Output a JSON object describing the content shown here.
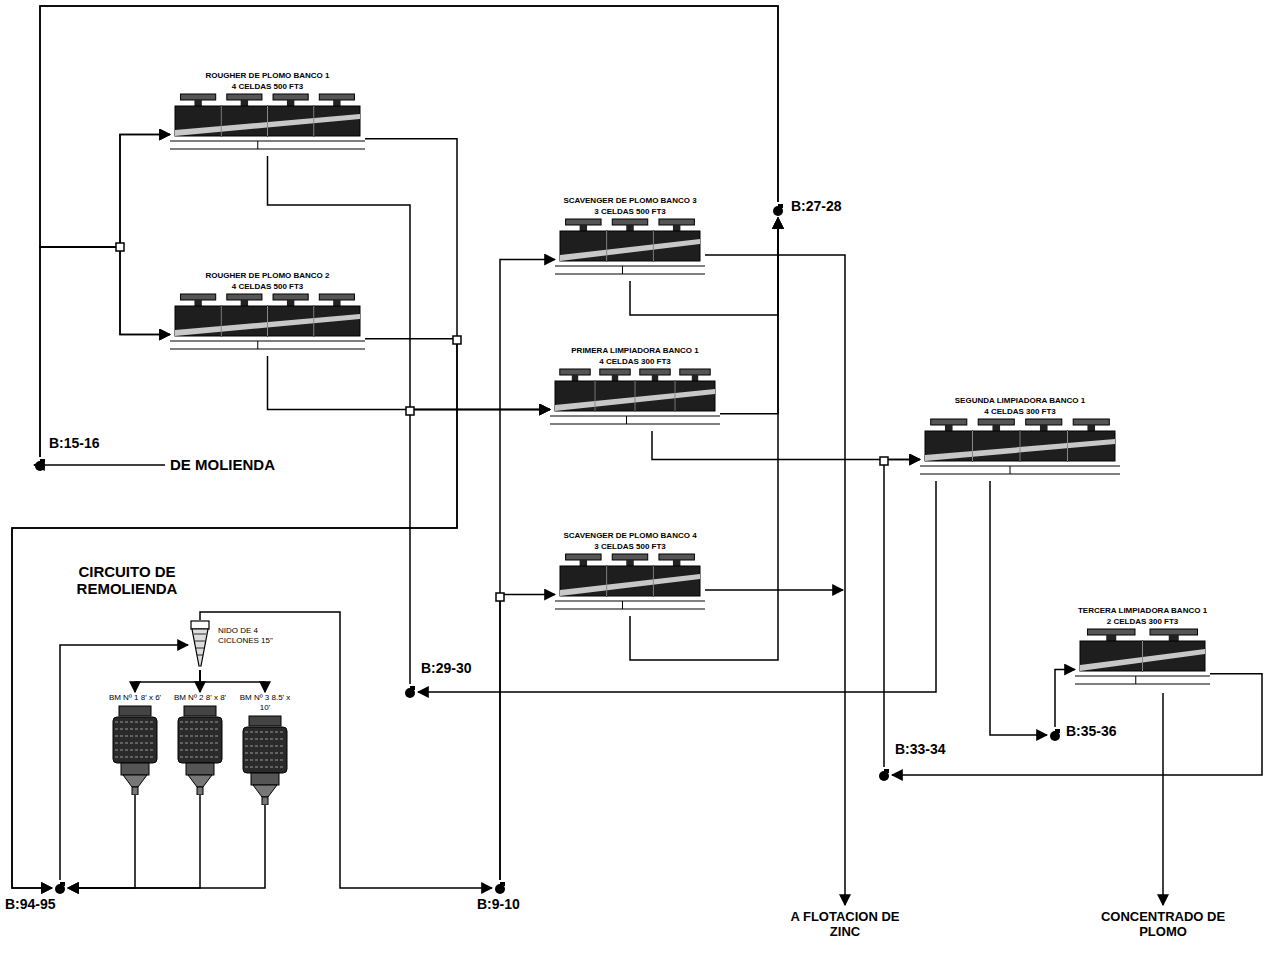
{
  "diagram": {
    "nodes": [
      {
        "text": [
          "ROUGHER DE PLOMO BANCO 1",
          "4 CELDAS 500 FT3"
        ]
      },
      {
        "text": [
          "ROUGHER DE PLOMO BANCO 2",
          "4 CELDAS 500 FT3"
        ]
      },
      {
        "text": [
          "SCAVENGER DE PLOMO BANCO 3",
          "3 CELDAS 500 FT3"
        ]
      },
      {
        "text": [
          "PRIMERA LIMPIADORA BANCO 1",
          "4 CELDAS 300 FT3"
        ]
      },
      {
        "text": [
          "SCAVENGER DE PLOMO BANCO 4",
          "3 CELDAS 500 FT3"
        ]
      },
      {
        "text": [
          "SEGUNDA LIMPIADORA BANCO 1",
          "4 CELDAS 300 FT3"
        ]
      },
      {
        "text": [
          "TERCERA LIMPIADORA BANCO 1",
          "2 CELDAS 300 FT3"
        ]
      },
      {
        "text": [
          "B:15-16"
        ]
      },
      {
        "text": [
          "B:27-28"
        ]
      },
      {
        "text": [
          "B:29-30"
        ]
      },
      {
        "text": [
          "B:33-34"
        ]
      },
      {
        "text": [
          "B:35-36"
        ]
      },
      {
        "text": [
          "B:94-95"
        ]
      },
      {
        "text": [
          "B:9-10"
        ]
      },
      {
        "text": [
          "NIDO DE 4 CICLONES 15\""
        ]
      },
      {
        "text": [
          "BM Nº 1 8' x 6'"
        ]
      },
      {
        "text": [
          "BM Nº 2 8' x 8'"
        ]
      },
      {
        "text": [
          "BM Nº 3 8.5' x 10'"
        ]
      }
    ],
    "edges": [
      {
        "from": 7,
        "to": 0,
        "arrow": "to"
      },
      {
        "from": 7,
        "to": 1,
        "arrow": "to"
      },
      {
        "from": 8,
        "to": 0,
        "arrow": "to"
      },
      {
        "from": 8,
        "to": 1,
        "arrow": "to"
      },
      {
        "from": 0,
        "to": 3,
        "arrow": "to"
      },
      {
        "from": 1,
        "to": 3,
        "arrow": "to"
      },
      {
        "from": 0,
        "to": 12,
        "arrow": "to"
      },
      {
        "from": 1,
        "to": 12,
        "arrow": "to"
      },
      {
        "from": 9,
        "to": 3,
        "arrow": "to"
      },
      {
        "from": 12,
        "to": 14,
        "arrow": "to"
      },
      {
        "from": 14,
        "to": 15,
        "arrow": "to"
      },
      {
        "from": 14,
        "to": 16,
        "arrow": "to"
      },
      {
        "from": 14,
        "to": 17,
        "arrow": "to"
      },
      {
        "from": 15,
        "to": 12,
        "arrow": "to"
      },
      {
        "from": 16,
        "to": 12,
        "arrow": "to"
      },
      {
        "from": 17,
        "to": 12,
        "arrow": "to"
      },
      {
        "from": 14,
        "to": 13,
        "arrow": "to"
      },
      {
        "from": 13,
        "to": 2,
        "arrow": "to"
      },
      {
        "from": 13,
        "to": 4,
        "arrow": "to"
      },
      {
        "from": 2,
        "to": 8,
        "arrow": "to"
      },
      {
        "from": 4,
        "to": 8,
        "arrow": "to"
      },
      {
        "from": 3,
        "to": 8,
        "arrow": "to"
      },
      {
        "from": 3,
        "to": 5,
        "arrow": "to"
      },
      {
        "from": 5,
        "to": 9,
        "arrow": "to"
      },
      {
        "from": 5,
        "to": 11,
        "arrow": "to"
      },
      {
        "from": 11,
        "to": 6,
        "arrow": "to"
      },
      {
        "from": 6,
        "to": 10,
        "arrow": "to"
      },
      {
        "from": 10,
        "to": 5,
        "arrow": "to"
      }
    ],
    "labels": [
      "DE MOLIENDA",
      "CIRCUITO DE REMOLIENDA",
      "A FLOTACION DE ZINC",
      "CONCENTRADO DE PLOMO"
    ]
  }
}
